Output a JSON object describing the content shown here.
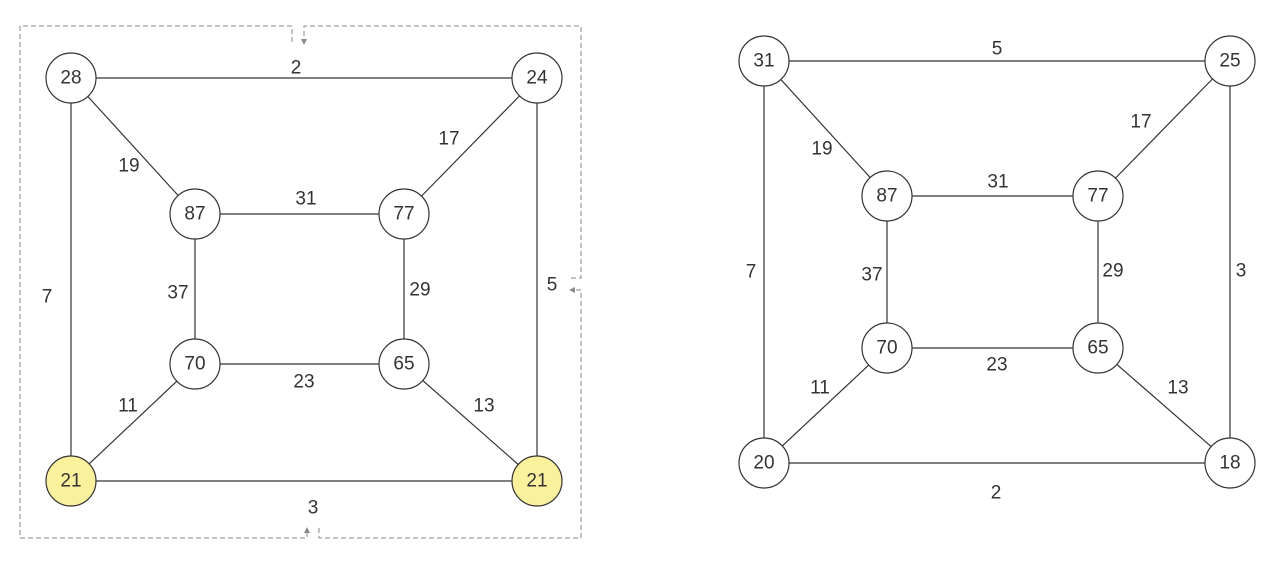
{
  "colors": {
    "stroke": "#333333",
    "node_fill": "#ffffff",
    "highlight_fill": "#fbf19d",
    "frame": "#8a8a8a"
  },
  "graphs": [
    {
      "id": "left",
      "nodes": [
        {
          "id": "a",
          "label": "28"
        },
        {
          "id": "b",
          "label": "24"
        },
        {
          "id": "c",
          "label": "87"
        },
        {
          "id": "d",
          "label": "77"
        },
        {
          "id": "e",
          "label": "70"
        },
        {
          "id": "f",
          "label": "65"
        },
        {
          "id": "g",
          "label": "21",
          "highlighted": true
        },
        {
          "id": "h",
          "label": "21",
          "highlighted": true
        }
      ],
      "edges": [
        {
          "from": "a",
          "to": "b",
          "label": "2"
        },
        {
          "from": "a",
          "to": "c",
          "label": "19"
        },
        {
          "from": "a",
          "to": "g",
          "label": "7"
        },
        {
          "from": "b",
          "to": "d",
          "label": "17"
        },
        {
          "from": "b",
          "to": "h",
          "label": "5"
        },
        {
          "from": "c",
          "to": "d",
          "label": "31"
        },
        {
          "from": "c",
          "to": "e",
          "label": "37"
        },
        {
          "from": "d",
          "to": "f",
          "label": "29"
        },
        {
          "from": "e",
          "to": "f",
          "label": "23"
        },
        {
          "from": "e",
          "to": "g",
          "label": "11"
        },
        {
          "from": "f",
          "to": "h",
          "label": "13"
        },
        {
          "from": "g",
          "to": "h",
          "label": "3"
        }
      ]
    },
    {
      "id": "right",
      "nodes": [
        {
          "id": "a",
          "label": "31"
        },
        {
          "id": "b",
          "label": "25"
        },
        {
          "id": "c",
          "label": "87"
        },
        {
          "id": "d",
          "label": "77"
        },
        {
          "id": "e",
          "label": "70"
        },
        {
          "id": "f",
          "label": "65"
        },
        {
          "id": "g",
          "label": "20"
        },
        {
          "id": "h",
          "label": "18"
        }
      ],
      "edges": [
        {
          "from": "a",
          "to": "b",
          "label": "5"
        },
        {
          "from": "a",
          "to": "c",
          "label": "19"
        },
        {
          "from": "a",
          "to": "g",
          "label": "7"
        },
        {
          "from": "b",
          "to": "d",
          "label": "17"
        },
        {
          "from": "b",
          "to": "h",
          "label": "3"
        },
        {
          "from": "c",
          "to": "d",
          "label": "31"
        },
        {
          "from": "c",
          "to": "e",
          "label": "37"
        },
        {
          "from": "d",
          "to": "f",
          "label": "29"
        },
        {
          "from": "e",
          "to": "f",
          "label": "23"
        },
        {
          "from": "e",
          "to": "g",
          "label": "11"
        },
        {
          "from": "f",
          "to": "h",
          "label": "13"
        },
        {
          "from": "g",
          "to": "h",
          "label": "2"
        }
      ]
    }
  ]
}
